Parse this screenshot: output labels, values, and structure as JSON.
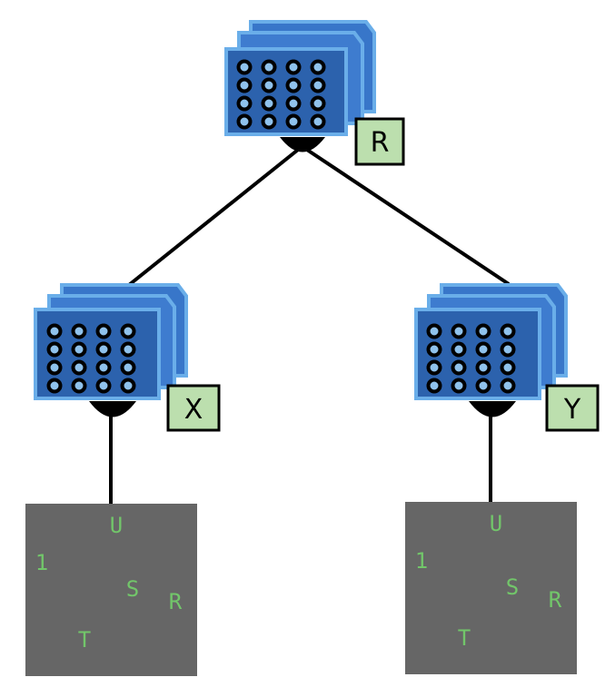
{
  "colors": {
    "background": "#ffffff",
    "module_fill": "#2c62ad",
    "module_back_fill": "#3876c9",
    "module_edge": "#6aaee9",
    "port_fill": "#8fc2ec",
    "port_ring": "#000000",
    "label_fill": "#bcdfae",
    "panel_fill": "#666666",
    "glyph_color": "#72c66a",
    "line_color": "#000000"
  },
  "nodes": {
    "root": {
      "label": "R"
    },
    "left": {
      "label": "X"
    },
    "right": {
      "label": "Y"
    }
  },
  "panels": {
    "left": {
      "glyphs": [
        "U",
        "1",
        "S",
        "R",
        "T"
      ]
    },
    "right": {
      "glyphs": [
        "U",
        "1",
        "S",
        "R",
        "T"
      ]
    }
  },
  "edges": [
    {
      "from": "root",
      "to": "left"
    },
    {
      "from": "root",
      "to": "right"
    },
    {
      "from": "left",
      "to": "left-panel"
    },
    {
      "from": "right",
      "to": "right-panel"
    }
  ]
}
